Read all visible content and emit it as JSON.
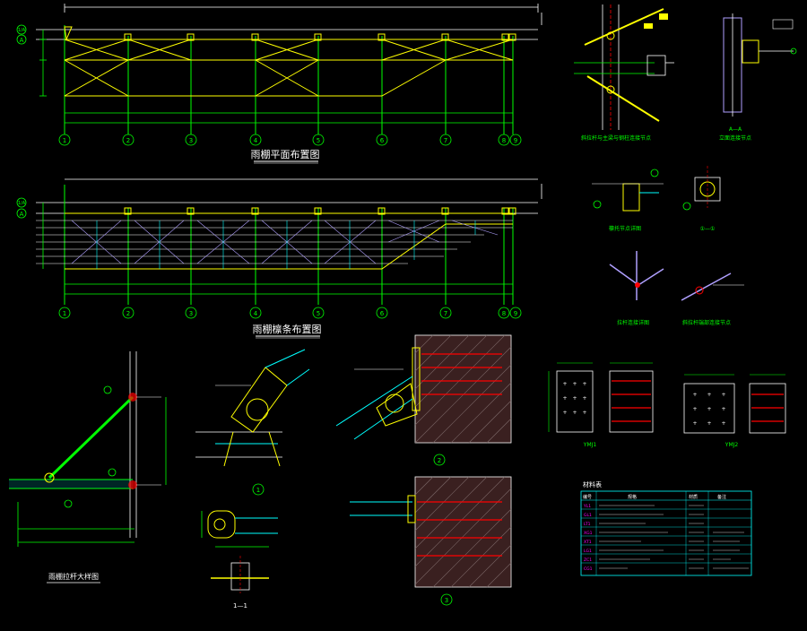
{
  "drawing": {
    "background": "#000000",
    "colors": {
      "green": "#00ff00",
      "yellow": "#ffff00",
      "white": "#ffffff",
      "cyan": "#00ffff",
      "red": "#ff0000",
      "magenta": "#ff00ff",
      "blue": "#5a6cff",
      "violet": "#b0a0ff",
      "gray": "#a0a0a0",
      "hatch": "#7a6666"
    }
  },
  "plans": {
    "top_plan": {
      "title": "雨棚平面布置图",
      "axis_labels": [
        "1",
        "2",
        "3",
        "4",
        "5",
        "6",
        "7",
        "8",
        "9"
      ],
      "row_labels": [
        "1/A",
        "A"
      ]
    },
    "purlin_plan": {
      "title": "雨棚檩条布置图",
      "axis_labels": [
        "1",
        "2",
        "3",
        "4",
        "5",
        "6",
        "7",
        "8",
        "9"
      ],
      "row_labels": [
        "1/A",
        "A"
      ]
    }
  },
  "details": {
    "top_node_title": "斜拉杆与主梁与钢柱连接节点",
    "section_aa": "A—A",
    "section_aa_title": "立面连接节点",
    "beam_node_title": "檩托节点详图",
    "section_11": "①—①",
    "rod_node_title": "拉杆连接详图",
    "rod_end_title": "斜拉杆端部连接节点",
    "yellow_bar": "",
    "section_bottom": "1—1",
    "elevation_title": "雨棚拉杆大样图",
    "callout_2": "2",
    "callout_1": "1",
    "callout_3": "3"
  },
  "plates": {
    "ymj1": "YMJ1",
    "ymj2": "YMJ2"
  },
  "material_table": {
    "caption": "材料表",
    "headers": [
      "编号",
      "规格",
      "材质",
      "备注"
    ],
    "rows": [
      {
        "id": "YL1",
        "spec": "",
        "mat": "",
        "note": ""
      },
      {
        "id": "GL1",
        "spec": "",
        "mat": "",
        "note": ""
      },
      {
        "id": "LT1",
        "spec": "",
        "mat": "",
        "note": ""
      },
      {
        "id": "XG1",
        "spec": "",
        "mat": "",
        "note": ""
      },
      {
        "id": "XT1",
        "spec": "",
        "mat": "",
        "note": ""
      },
      {
        "id": "LG1",
        "spec": "",
        "mat": "",
        "note": ""
      },
      {
        "id": "ZC1",
        "spec": "",
        "mat": "",
        "note": ""
      },
      {
        "id": "CG1",
        "spec": "",
        "mat": "",
        "note": ""
      }
    ]
  }
}
